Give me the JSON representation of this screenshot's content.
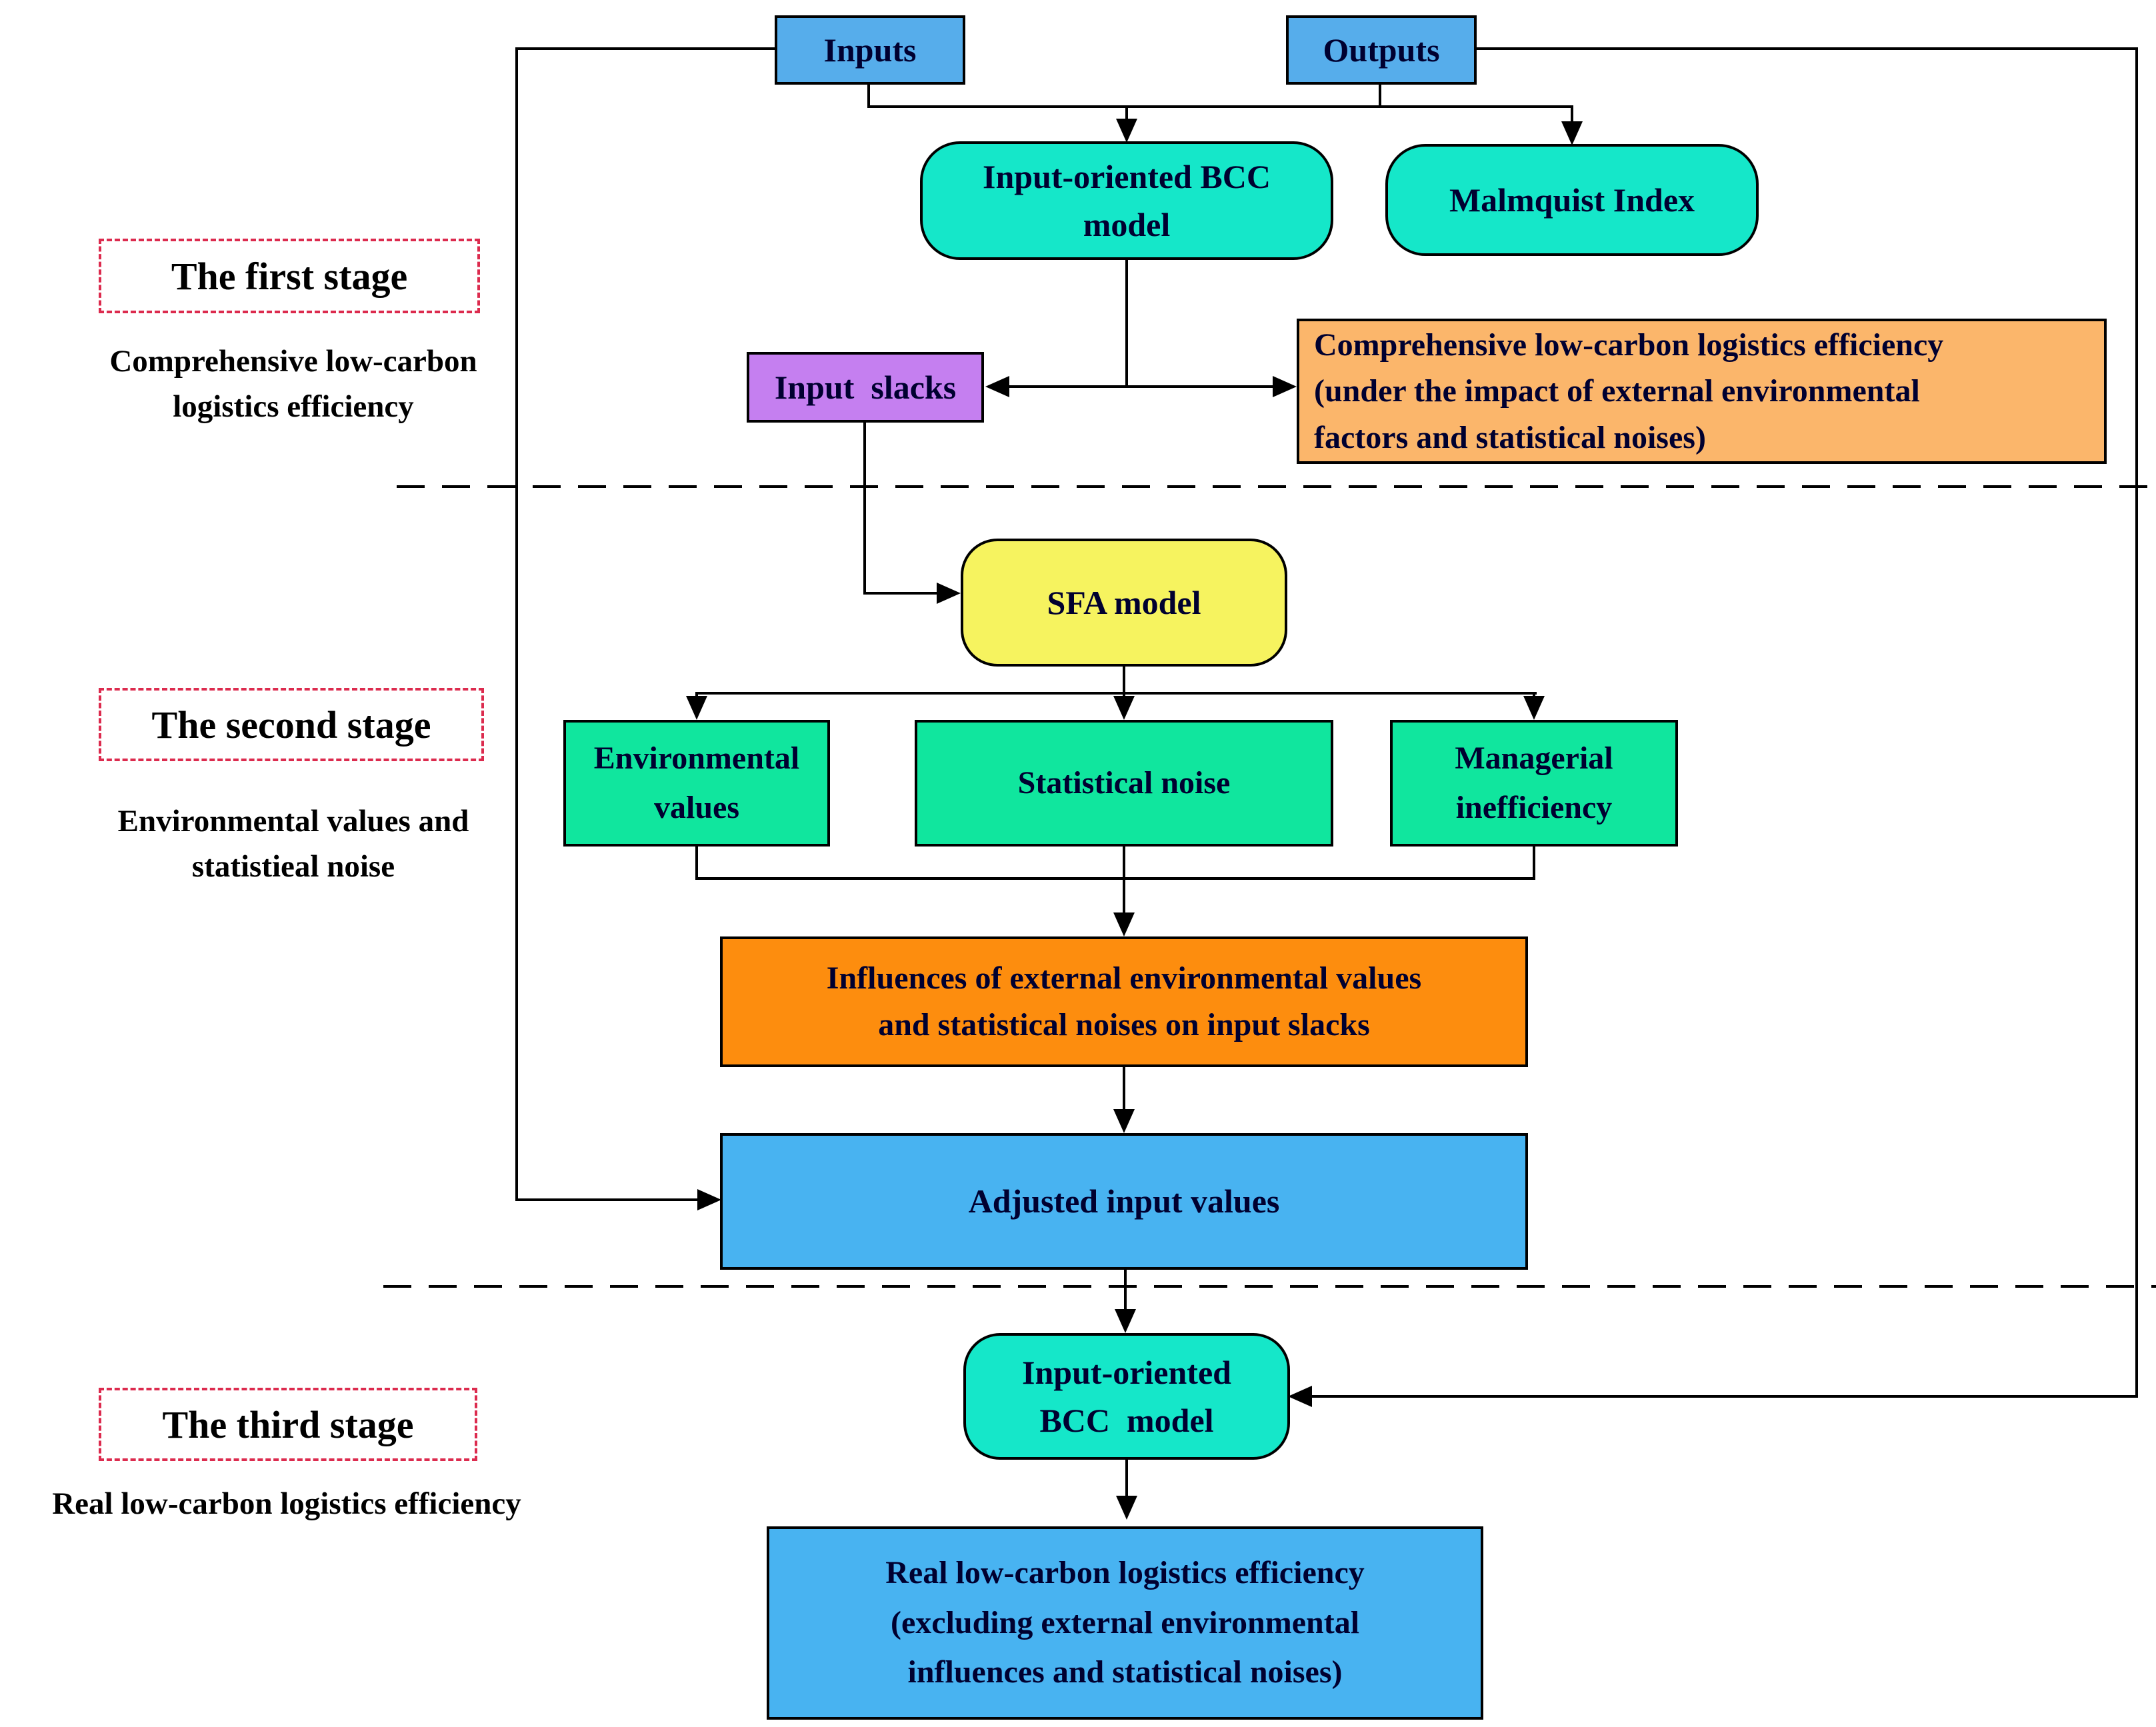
{
  "stages": [
    {
      "title": "The first stage",
      "subtitle": "Comprehensive low-carbon\nlogistics efficiency"
    },
    {
      "title": "The second stage",
      "subtitle": "Environmental values and\nstatistieal noise"
    },
    {
      "title": "The third stage",
      "subtitle": "Real low-carbon logistics efficiency"
    }
  ],
  "nodes": {
    "inputs": "Inputs",
    "outputs": "Outputs",
    "bcc_model_1": "Input-oriented BCC\nmodel",
    "malmquist_index": "Malmquist Index",
    "input_slacks": "Input  slacks",
    "comprehensive_efficiency": "Comprehensive low-carbon logistics efficiency\n(under the impact of external environmental\nfactors and statistical noises)",
    "sfa_model": "SFA model",
    "environmental_values": "Environmental\nvalues",
    "statistical_noise": "Statistical noise",
    "managerial_inefficiency": "Managerial\ninefficiency",
    "influences": "Influences of external environmental values\nand statistical noises on input slacks",
    "adjusted_inputs": "Adjusted input values",
    "bcc_model_2": "Input-oriented\nBCC  model",
    "real_efficiency": "Real low-carbon logistics efficiency\n(excluding external environmental\ninfluences and statistical noises)"
  },
  "colors": {
    "node_blue_small": "#56ADEB",
    "node_blue_large": "#48B3F1",
    "node_turquoise": "#15E7C9",
    "node_green": "#10E69E",
    "node_yellow": "#F6F35F",
    "node_purple": "#C57FF0",
    "node_orange_light": "#FBB66B",
    "node_orange_dark": "#FD8D0E",
    "stage_border_red": "#DC2B4E",
    "connector_black": "#000000",
    "text_dark_navy": "#000030"
  }
}
